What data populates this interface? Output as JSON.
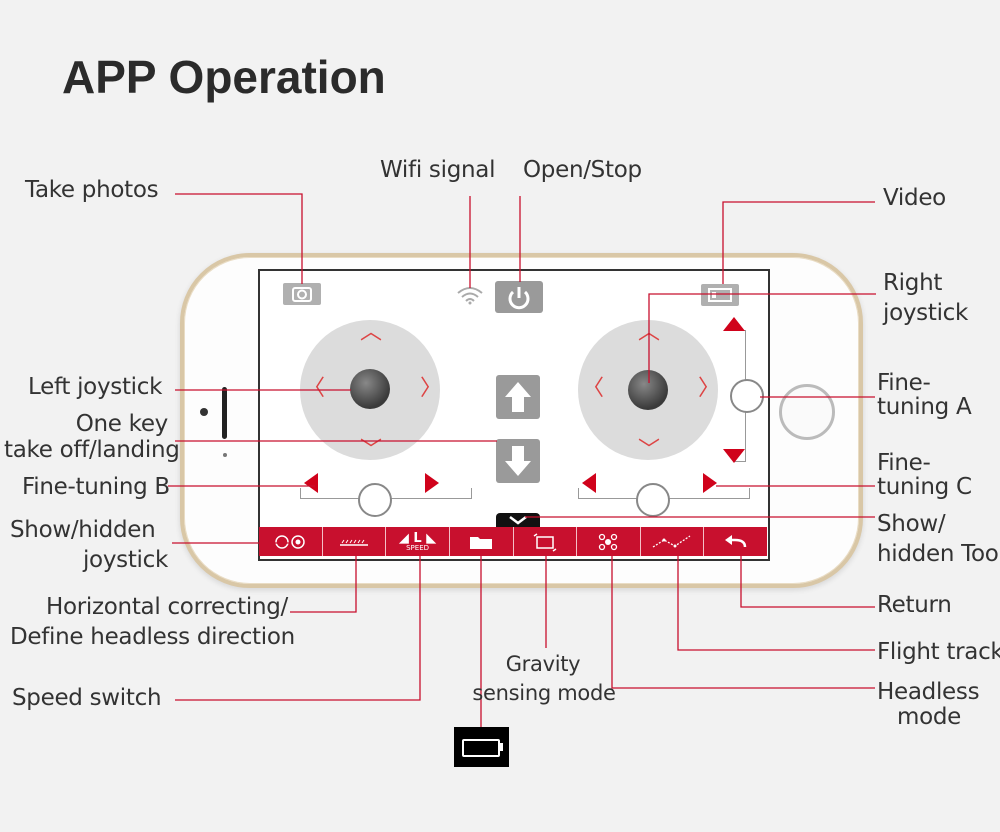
{
  "title": "APP Operation",
  "labels": {
    "take_photos": "Take photos",
    "wifi_signal": "Wifi signal",
    "open_stop": "Open/Stop",
    "video": "Video",
    "right_joystick_1": "Right",
    "right_joystick_2": "joystick",
    "left_joystick": "Left joystick",
    "one_key_1": "One key",
    "one_key_2": "take off/landing",
    "fine_tuning_a_1": "Fine-",
    "fine_tuning_a_2": "tuning A",
    "fine_tuning_b": "Fine-tuning B",
    "fine_tuning_c_1": "Fine-",
    "fine_tuning_c_2": "tuning C",
    "show_hidden_joystick_1": "Show/hidden",
    "show_hidden_joystick_2": "joystick",
    "show_hidden_tool_1": "Show/",
    "show_hidden_tool_2": "hidden Tool",
    "horizontal_1": "Horizontal correcting/",
    "horizontal_2": "Define headless direction",
    "return": "Return",
    "flight_track": "Flight track",
    "gravity_1": "Gravity",
    "gravity_2": "sensing mode",
    "headless_1": "Headless",
    "headless_2": "mode",
    "speed_switch": "Speed switch"
  },
  "toolbar_icons": [
    "joystick-toggle-icon",
    "calibrate-icon",
    "speed-icon",
    "folder-icon",
    "gravity-icon",
    "headless-icon",
    "flight-track-icon",
    "return-icon"
  ],
  "speed_icon_text": "SPEED",
  "colors": {
    "accent": "#c8102e",
    "trim_red": "#d0021b"
  }
}
